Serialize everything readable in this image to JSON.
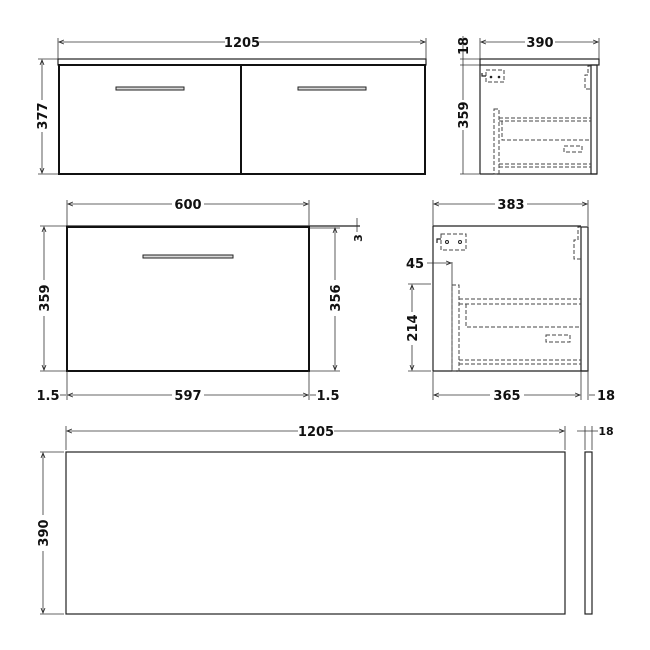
{
  "drawing": {
    "type": "technical-dimension-drawing",
    "subject": "Wall hung vanity unit with two drawers and worktop",
    "units": "mm",
    "line_color": "#222222",
    "background": "#ffffff"
  },
  "views": {
    "front_full": {
      "label": "front-elevation-two-drawers",
      "width": "1205",
      "height": "377"
    },
    "side_full": {
      "label": "side-elevation-with-worktop",
      "worktop_thickness": "18",
      "depth": "390",
      "cabinet_height": "359"
    },
    "front_single": {
      "label": "single-drawer-front",
      "overall_width": "600",
      "carcass_height": "359",
      "door_height": "356",
      "top_gap": "3",
      "left_gap": "1.5",
      "door_width": "597",
      "right_gap": "1.5"
    },
    "side_cabinet": {
      "label": "cabinet-side-section",
      "overall_depth": "383",
      "rail_offset": "45",
      "drawer_height": "214",
      "carcass_depth": "365",
      "door_thickness": "18"
    },
    "worktop": {
      "label": "worktop-plan",
      "width": "1205",
      "depth": "390",
      "thickness": "18"
    }
  }
}
